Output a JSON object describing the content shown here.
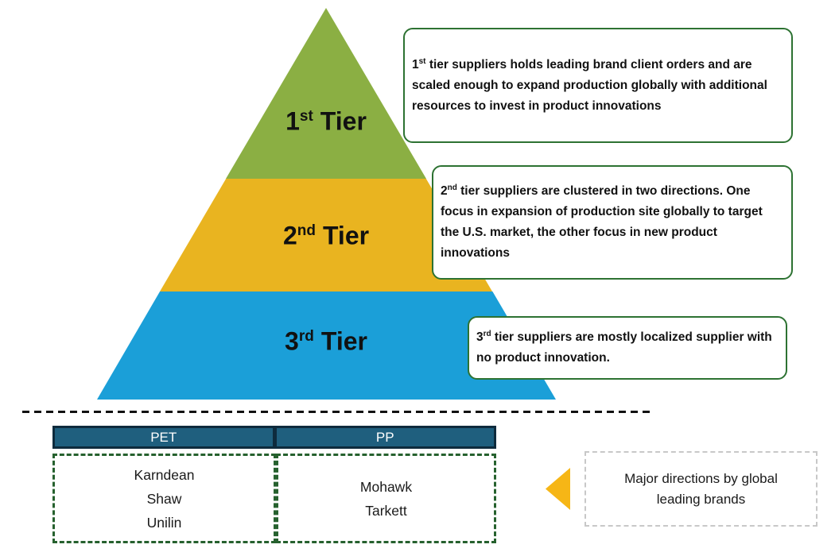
{
  "pyramid": {
    "tiers": [
      {
        "ordinal": "1",
        "suffix": "st",
        "word": "Tier",
        "color": "#8BAF43"
      },
      {
        "ordinal": "2",
        "suffix": "nd",
        "word": "Tier",
        "color": "#E9B420"
      },
      {
        "ordinal": "3",
        "suffix": "rd",
        "word": "Tier",
        "color": "#1B9FD8"
      }
    ]
  },
  "callouts": [
    {
      "ordinal": "1",
      "suffix": "st",
      "text": " tier suppliers holds leading brand client orders and are scaled enough to expand production globally with additional resources to invest in product innovations"
    },
    {
      "ordinal": "2",
      "suffix": "nd",
      "text": " tier suppliers are clustered in two directions. One focus in expansion of production site globally to target the U.S. market, the other focus in new product innovations"
    },
    {
      "ordinal": "3",
      "suffix": "rd",
      "text": " tier suppliers are mostly localized supplier with no product innovation."
    }
  ],
  "materials_table": {
    "headers": [
      "PET",
      "PP"
    ],
    "pet_suppliers": [
      "Karndean",
      "Shaw",
      "Unilin"
    ],
    "pp_suppliers": [
      "Mohawk",
      "Tarkett"
    ]
  },
  "legend": {
    "arrow_icon": "left-arrow",
    "text": "Major directions by global leading brands"
  },
  "colors": {
    "tier1_green": "#8BAF43",
    "tier2_yellow": "#E9B420",
    "tier3_blue": "#1B9FD8",
    "callout_border_green": "#2D7232",
    "table_header_fill": "#1F5F7E",
    "table_header_border": "#0E2B3D",
    "dashed_box_green": "#26612E",
    "arrow_yellow": "#F6B616",
    "legend_border_gray": "#C8C8C8",
    "separator_black": "#111111"
  }
}
